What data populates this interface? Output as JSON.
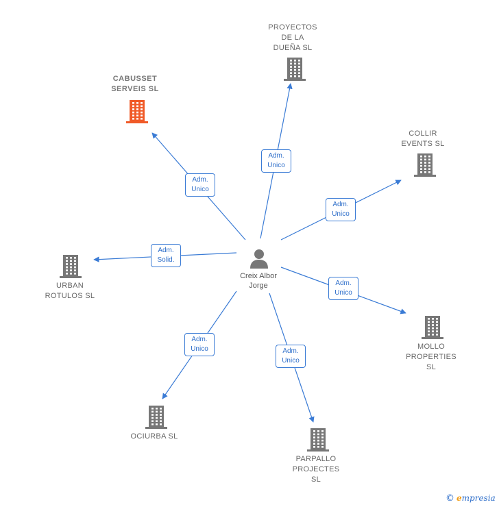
{
  "center": {
    "name": "Creix Albor\nJorge"
  },
  "companies": [
    {
      "id": "cabusset",
      "label": "CABUSSET\nSERVEIS SL",
      "main": true
    },
    {
      "id": "proyectos",
      "label": "PROYECTOS\nDE LA\nDUEÑA SL",
      "main": false
    },
    {
      "id": "collir",
      "label": "COLLIR\nEVENTS SL",
      "main": false
    },
    {
      "id": "urban",
      "label": "URBAN\nROTULOS SL",
      "main": false
    },
    {
      "id": "mollo",
      "label": "MOLLO\nPROPERTIES\nSL",
      "main": false
    },
    {
      "id": "ociurba",
      "label": "OCIURBA SL",
      "main": false
    },
    {
      "id": "parpallo",
      "label": "PARPALLO\nPROJECTES\nSL",
      "main": false
    }
  ],
  "relations": [
    {
      "to": "cabusset",
      "line1": "Adm.",
      "line2": "Unico"
    },
    {
      "to": "proyectos",
      "line1": "Adm.",
      "line2": "Unico"
    },
    {
      "to": "collir",
      "line1": "Adm.",
      "line2": "Unico"
    },
    {
      "to": "urban",
      "line1": "Adm.",
      "line2": "Solid."
    },
    {
      "to": "mollo",
      "line1": "Adm.",
      "line2": "Unico"
    },
    {
      "to": "ociurba",
      "line1": "Adm.",
      "line2": "Unico"
    },
    {
      "to": "parpallo",
      "line1": "Adm.",
      "line2": "Unico"
    }
  ],
  "colors": {
    "edge": "#3a7bd5",
    "building": "#777777",
    "building_main": "#f05a28",
    "person": "#777777"
  },
  "footer": {
    "copyright": "©",
    "brand_first": "e",
    "brand_rest": "mpresia"
  }
}
